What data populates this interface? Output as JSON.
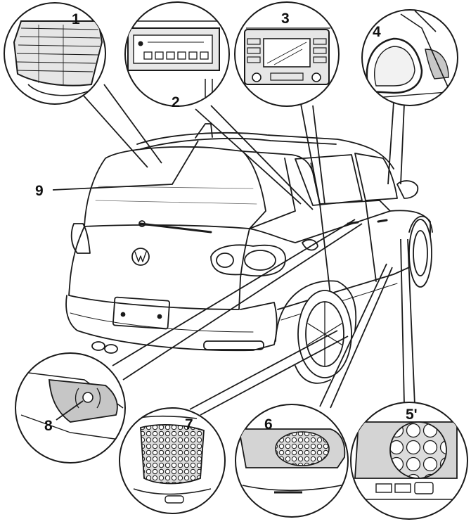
{
  "diagram": {
    "callouts": [
      {
        "id": "c1",
        "label": "1",
        "depicts": "rear-window-heater"
      },
      {
        "id": "c2",
        "label": "2",
        "depicts": "fm-antenna-amplifier"
      },
      {
        "id": "c3",
        "label": "3",
        "depicts": "radio-head-unit"
      },
      {
        "id": "c4",
        "label": "4",
        "depicts": "door-mirror-antenna"
      },
      {
        "id": "c5",
        "label": "5'",
        "depicts": "rear-side-speaker"
      },
      {
        "id": "c6",
        "label": "6",
        "depicts": "rear-door-speaker"
      },
      {
        "id": "c7",
        "label": "7",
        "depicts": "front-door-speaker"
      },
      {
        "id": "c8",
        "label": "8",
        "depicts": "tweeter"
      },
      {
        "id": "c9",
        "label": "9",
        "depicts": "roof-antenna"
      }
    ],
    "stroke_color": "#1a1a1a",
    "panel_fill": "#dcdcdc",
    "background": "#ffffff"
  }
}
